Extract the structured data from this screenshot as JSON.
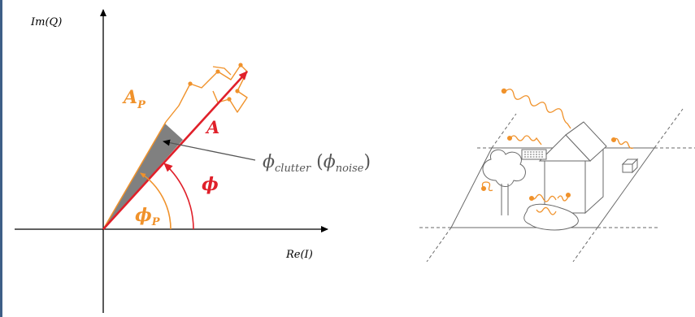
{
  "axes": {
    "y_label": "Im(Q)",
    "x_label": "Re(I)"
  },
  "phasor_labels": {
    "a_p": "A",
    "a_p_sub": "P",
    "a": "A",
    "phi": "ϕ",
    "phi_p": "ϕ",
    "phi_p_sub": "P"
  },
  "annotation": {
    "main": "ϕ",
    "main_sub": "clutter",
    "open": " (",
    "alt": "ϕ",
    "alt_sub": "noise",
    "close": ")"
  },
  "colors": {
    "red": "#e0202a",
    "orange": "#f0922b",
    "gray_fill": "#808080",
    "axis": "#000000",
    "sketch": "#6a6a6a",
    "frame": "#3e5f87"
  },
  "icons": [
    "arrow-right-icon",
    "arrow-up-icon",
    "house-icon",
    "tree-icon",
    "pond-icon",
    "box-icon"
  ]
}
